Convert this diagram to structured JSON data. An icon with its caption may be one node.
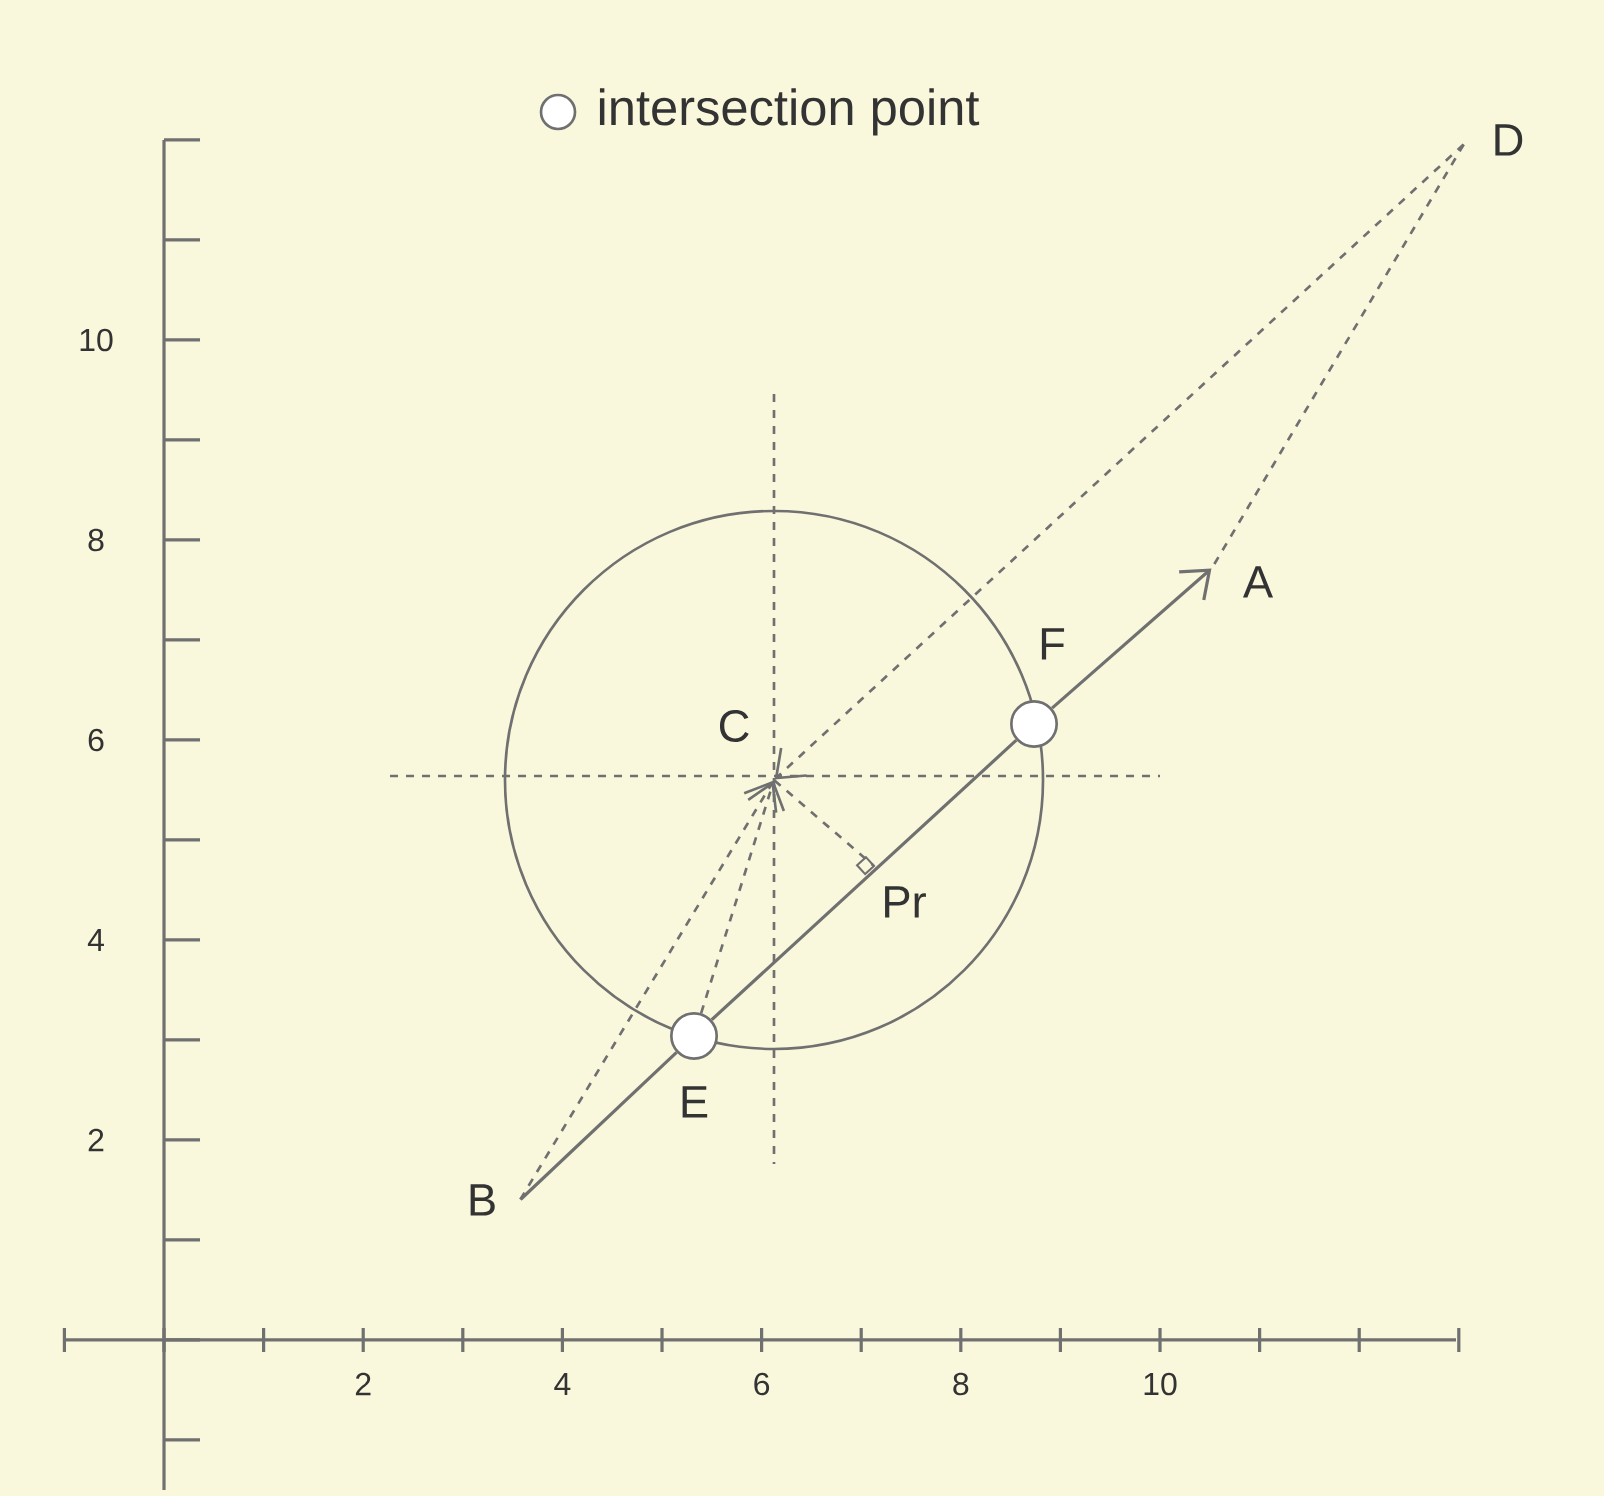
{
  "diagram": {
    "nodes": [
      {
        "text": [],
        "shape": "point",
        "beside": [
          "A"
        ]
      },
      {
        "text": [],
        "shape": "point",
        "beside": [
          "B"
        ]
      },
      {
        "text": [],
        "shape": "point",
        "beside": [
          "C"
        ]
      },
      {
        "text": [],
        "shape": "point",
        "beside": [
          "D"
        ]
      },
      {
        "text": [],
        "shape": "circle",
        "beside": [
          "E"
        ]
      },
      {
        "text": [],
        "shape": "circle",
        "beside": [
          "F"
        ]
      },
      {
        "text": [],
        "shape": "point",
        "beside": [
          "Pr"
        ]
      }
    ],
    "edges": [
      {
        "from": 1,
        "to": 4,
        "arrow": "none"
      },
      {
        "from": 4,
        "to": 5,
        "arrow": "none"
      },
      {
        "from": 5,
        "to": 0,
        "arrow": "to"
      },
      {
        "from": 3,
        "to": 0,
        "arrow": "none",
        "style": "dashed"
      },
      {
        "from": 3,
        "to": 2,
        "arrow": "to",
        "style": "dashed"
      },
      {
        "from": 1,
        "to": 2,
        "arrow": "to",
        "style": "dashed"
      },
      {
        "from": 4,
        "to": 2,
        "arrow": "to",
        "style": "dashed"
      },
      {
        "from": 2,
        "to": 6,
        "arrow": "other",
        "style": "dashed"
      }
    ],
    "labels": [
      "10",
      "8",
      "6",
      "4",
      "2",
      "2",
      "4",
      "6",
      "8",
      "10"
    ],
    "legend": [
      {
        "text": "intersection point"
      }
    ]
  }
}
